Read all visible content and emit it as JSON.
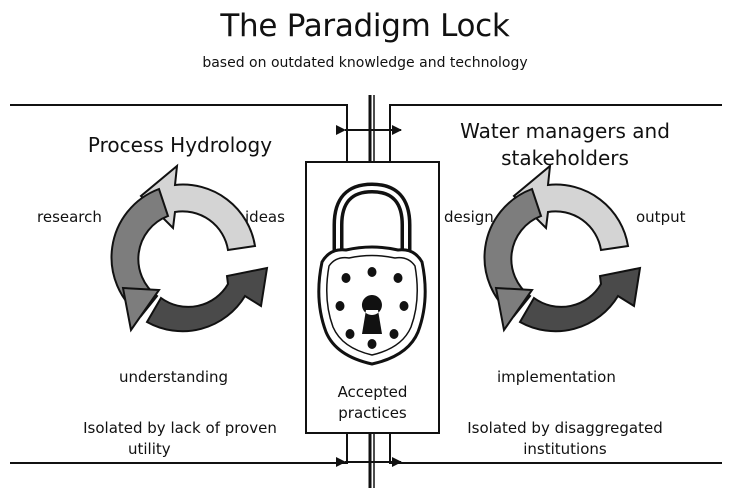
{
  "title": "The Paradigm Lock",
  "subtitle": "based on outdated knowledge and technology",
  "left_panel": {
    "heading": "Process Hydrology",
    "cycle": {
      "top_left": "research",
      "top_right": "ideas",
      "bottom": "understanding",
      "segment_colors": [
        "#d4d4d4",
        "#7d7d7d",
        "#4a4a4a"
      ]
    },
    "footer_line1": "Isolated by lack of proven",
    "footer_line2": "utility"
  },
  "center": {
    "icon": "padlock-icon",
    "label_line1": "Accepted",
    "label_line2": "practices"
  },
  "right_panel": {
    "heading_line1": "Water managers and",
    "heading_line2": "stakeholders",
    "cycle": {
      "top_left": "design",
      "top_right": "output",
      "bottom": "implementation",
      "segment_colors": [
        "#d4d4d4",
        "#7d7d7d",
        "#4a4a4a"
      ]
    },
    "footer_line1": "Isolated by disaggregated",
    "footer_line2": "institutions"
  },
  "colors": {
    "stroke": "#111111",
    "background": "#ffffff"
  }
}
